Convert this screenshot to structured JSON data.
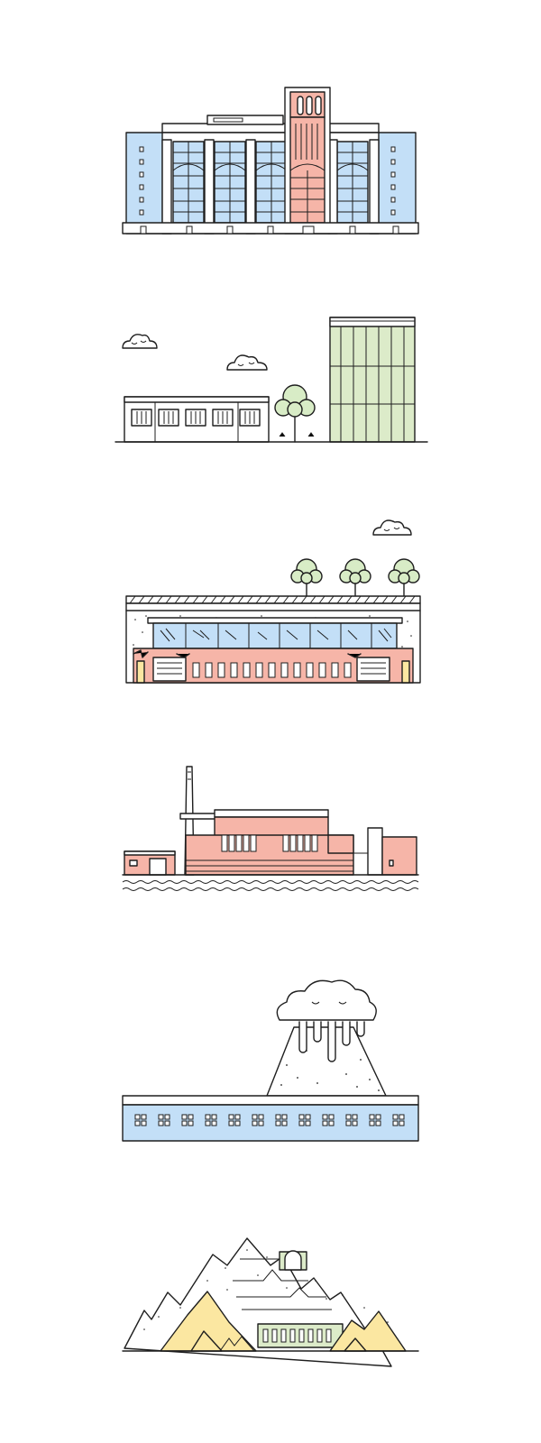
{
  "illustrations": [
    {
      "name": "art-deco-tower-building"
    },
    {
      "name": "office-and-glass-tower"
    },
    {
      "name": "green-roof-station"
    },
    {
      "name": "riverside-factory"
    },
    {
      "name": "cloud-mountain-long-building"
    },
    {
      "name": "mountain-temple"
    }
  ],
  "colors": {
    "outline": "#1e1e1e",
    "blue": "#c3dff7",
    "pink": "#f6b5a8",
    "green": "#dcebc9",
    "tree_green": "#d8ecc6",
    "yellow": "#fbe7a1",
    "background": "#ffffff"
  }
}
